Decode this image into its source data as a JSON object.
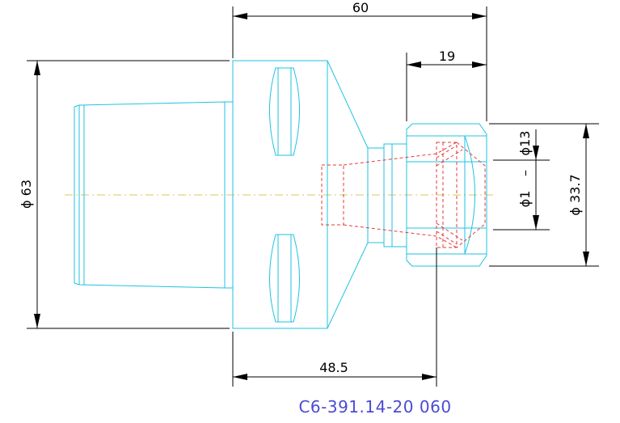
{
  "dimensions": {
    "total_length": "60",
    "collet_nut_length": "19",
    "flange_diameter": "ϕ 63",
    "nut_diameter": "ϕ 33.7",
    "clamp_range_min": "ϕ1",
    "clamp_range_sep": "–",
    "clamp_range_max": "ϕ13",
    "gauge_length": "48.5"
  },
  "part_code": "C6-391.14-20 060",
  "colors": {
    "outline": "#1ec3e0",
    "hidden_lines": "#e83a3a",
    "centerline": "#d8c85a",
    "dimensions": "#000000",
    "part_code": "#4b4bd6"
  }
}
